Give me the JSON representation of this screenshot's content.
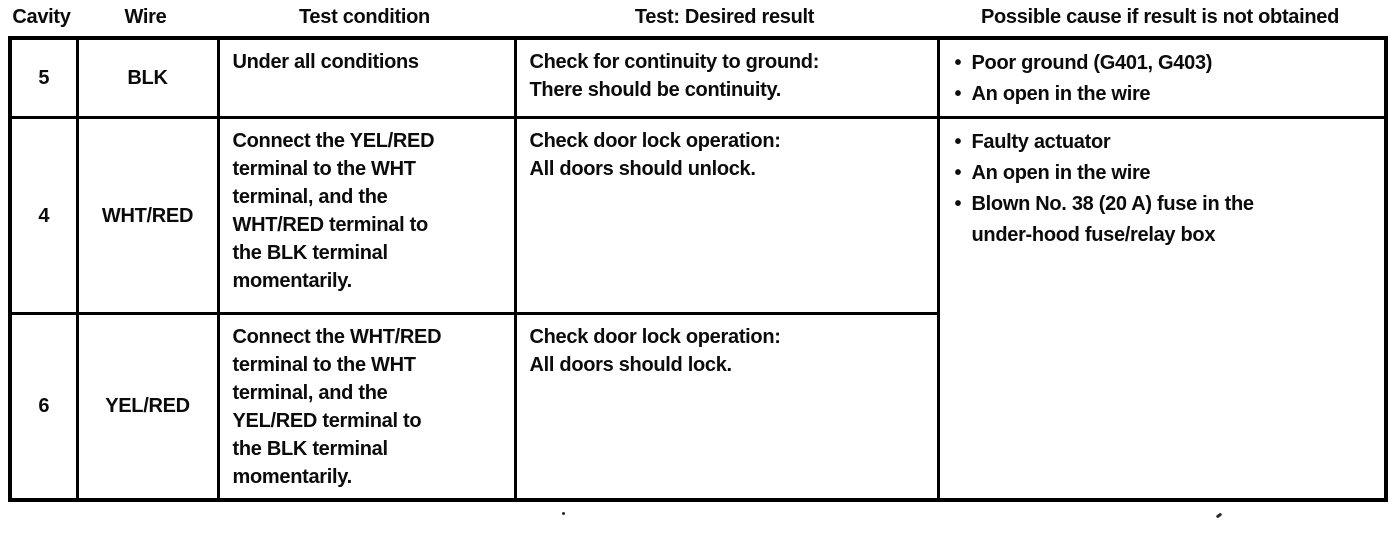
{
  "header": {
    "columns": [
      "Cavity",
      "Wire",
      "Test condition",
      "Test: Desired result",
      "Possible cause if result is not obtained"
    ]
  },
  "table": {
    "rows": [
      {
        "cavity": "5",
        "wire": "BLK",
        "test_condition": "Under all conditions",
        "desired_result": "Check for continuity to ground:\nThere should be continuity.",
        "causes": [
          "Poor ground (G401, G403)",
          "An open in the wire"
        ]
      },
      {
        "cavity": "4",
        "wire": "WHT/RED",
        "test_condition": "Connect the YEL/RED\nterminal to the WHT\nterminal, and the\nWHT/RED terminal to\nthe BLK terminal\nmomentarily.",
        "desired_result": "Check door lock operation:\nAll doors should unlock.",
        "causes": [
          "Faulty actuator",
          "An open in the wire",
          "Blown No. 38 (20 A) fuse in the\nunder-hood fuse/relay box"
        ]
      },
      {
        "cavity": "6",
        "wire": "YEL/RED",
        "test_condition": "Connect the WHT/RED\nterminal to the WHT\nterminal, and the\nYEL/RED terminal to\nthe BLK terminal\nmomentarily.",
        "desired_result": "Check door lock operation:\nAll doors should lock.",
        "causes": []
      }
    ]
  }
}
